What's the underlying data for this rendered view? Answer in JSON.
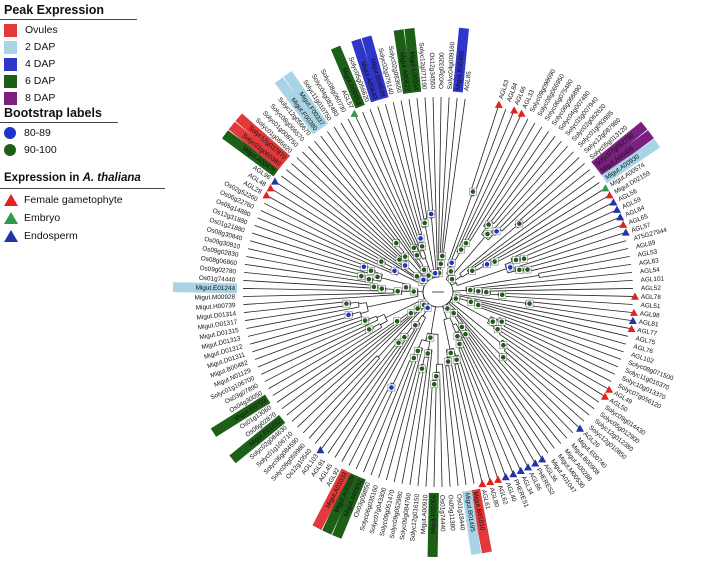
{
  "legend": {
    "peak": {
      "title": "Peak Expression",
      "items": [
        {
          "label": "Ovules",
          "color": "#e23a3a"
        },
        {
          "label": "2 DAP",
          "color": "#a9d4e6"
        },
        {
          "label": "4 DAP",
          "color": "#2f36c9"
        },
        {
          "label": "6 DAP",
          "color": "#1e5f18"
        },
        {
          "label": "8 DAP",
          "color": "#7a217f"
        }
      ]
    },
    "bootstrap": {
      "title": "Bootstrap labels",
      "items": [
        {
          "label": "80-89",
          "color": "#1c34c8"
        },
        {
          "label": "90-100",
          "color": "#1f5e17"
        }
      ]
    },
    "athaliana": {
      "title_prefix": "Expression in ",
      "title_species": "A. thaliana",
      "items": [
        {
          "label": "Female gametophyte",
          "color": "#e0231f"
        },
        {
          "label": "Embryo",
          "color": "#2f9a48"
        },
        {
          "label": "Endosperm",
          "color": "#2233a8"
        }
      ]
    }
  },
  "tree": {
    "root_label_hint": "circular phylogeny of MADS-box genes",
    "leaves": [
      {
        "label": "AGL63",
        "mark": "red"
      },
      {
        "label": "AGL84",
        "mark": ""
      },
      {
        "label": "AGL66",
        "mark": "red"
      },
      {
        "label": "AGL33",
        "mark": "red"
      },
      {
        "label": "Solyc09g098690",
        "mark": ""
      },
      {
        "label": "Solyc08g066950",
        "mark": ""
      },
      {
        "label": "Solyc06g075480",
        "mark": ""
      },
      {
        "label": "Solyc06g066890",
        "mark": ""
      },
      {
        "label": "Solyc04g007480",
        "mark": ""
      },
      {
        "label": "Solyc03g007940",
        "mark": ""
      },
      {
        "label": "Solyc02g062620",
        "mark": ""
      },
      {
        "label": "Solyc01g093985",
        "mark": ""
      },
      {
        "label": "Solyc12g087980",
        "mark": ""
      },
      {
        "label": "Solyc05g013120",
        "mark": ""
      },
      {
        "label": "Solyc07g052730",
        "mark": "",
        "hl": "8 DAP"
      },
      {
        "label": "Migut.A00406",
        "mark": "",
        "hl": "8 DAP"
      },
      {
        "label": "Migut.A00930",
        "mark": "",
        "hl": "2 DAP"
      },
      {
        "label": "Migut.A00574",
        "mark": "green"
      },
      {
        "label": "Migut.D02159",
        "mark": "red"
      },
      {
        "label": "AGL56",
        "mark": "blue"
      },
      {
        "label": "AGL59",
        "mark": "blue"
      },
      {
        "label": "AGL64",
        "mark": "blue"
      },
      {
        "label": "AGL65",
        "mark": "red"
      },
      {
        "label": "AGL57",
        "mark": "blue"
      },
      {
        "label": "AT5G27944",
        "mark": ""
      },
      {
        "label": "AGL89",
        "mark": ""
      },
      {
        "label": "AGL53",
        "mark": ""
      },
      {
        "label": "AGL83",
        "mark": ""
      },
      {
        "label": "AGL54",
        "mark": ""
      },
      {
        "label": "AGL101",
        "mark": ""
      },
      {
        "label": "AGL52",
        "mark": ""
      },
      {
        "label": "AGL78",
        "mark": "red"
      },
      {
        "label": "AGL51",
        "mark": ""
      },
      {
        "label": "AGL98",
        "mark": "red"
      },
      {
        "label": "AGL81",
        "mark": "blue"
      },
      {
        "label": "AGL77",
        "mark": "red"
      },
      {
        "label": "AGL75",
        "mark": ""
      },
      {
        "label": "AGL76",
        "mark": ""
      },
      {
        "label": "AGL102",
        "mark": ""
      },
      {
        "label": "Solyc08g071500",
        "mark": ""
      },
      {
        "label": "Solyc11g010370",
        "mark": ""
      },
      {
        "label": "Solyc10g013370",
        "mark": ""
      },
      {
        "label": "Solyc07g056120",
        "mark": ""
      },
      {
        "label": "AGL49",
        "mark": "red"
      },
      {
        "label": "AGL50",
        "mark": "red"
      },
      {
        "label": "Solyc09g014430",
        "mark": ""
      },
      {
        "label": "Solyc05g012900",
        "mark": ""
      },
      {
        "label": "Solyc12g012380",
        "mark": ""
      },
      {
        "label": "Solyc12g010850",
        "mark": ""
      },
      {
        "label": "AGL26",
        "mark": "blue"
      },
      {
        "label": "Migut.E00740",
        "mark": ""
      },
      {
        "label": "Migut.B00908",
        "mark": ""
      },
      {
        "label": "Migut.A00288",
        "mark": ""
      },
      {
        "label": "Migut.M00530",
        "mark": ""
      },
      {
        "label": "Migut.A01047",
        "mark": ""
      },
      {
        "label": "AGL36",
        "mark": "blue"
      },
      {
        "label": "PHERES2",
        "mark": "blue"
      },
      {
        "label": "AGL86",
        "mark": "blue"
      },
      {
        "label": "AGL34",
        "mark": "blue"
      },
      {
        "label": "PHERES1",
        "mark": "blue"
      },
      {
        "label": "AGL40",
        "mark": "blue"
      },
      {
        "label": "AGL62",
        "mark": "red"
      },
      {
        "label": "AGL80",
        "mark": "red"
      },
      {
        "label": "AGL61",
        "mark": "red"
      },
      {
        "label": "Migut.B01010",
        "mark": "",
        "hl": "Ovules"
      },
      {
        "label": "Migut.B01495",
        "mark": "",
        "hl": "2 DAP"
      },
      {
        "label": "Os01g18440",
        "mark": ""
      },
      {
        "label": "Os05g11380",
        "mark": ""
      },
      {
        "label": "Os01g74440",
        "mark": ""
      },
      {
        "label": "Migut.F02056",
        "mark": "",
        "hl": "6 DAP"
      },
      {
        "label": "Migut.A00910",
        "mark": ""
      },
      {
        "label": "Solyc12g016150",
        "mark": ""
      },
      {
        "label": "Solyc09g084760",
        "mark": ""
      },
      {
        "label": "Solyc09g052980",
        "mark": ""
      },
      {
        "label": "Solyc09g051470",
        "mark": ""
      },
      {
        "label": "Solyc07g043300",
        "mark": ""
      },
      {
        "label": "Solyc06g035160",
        "mark": ""
      },
      {
        "label": "Os03g09850",
        "mark": ""
      },
      {
        "label": "Migut.A00932",
        "mark": "",
        "hl": "6 DAP"
      },
      {
        "label": "Migut.A00929",
        "mark": "",
        "hl": "6 DAP"
      },
      {
        "label": "Migut.A01033",
        "mark": "",
        "hl": "Ovules"
      },
      {
        "label": "AGL92",
        "mark": ""
      },
      {
        "label": "AGL45",
        "mark": ""
      },
      {
        "label": "AGL91",
        "mark": ""
      },
      {
        "label": "AGL103",
        "mark": "blue"
      },
      {
        "label": "Os12g10540",
        "mark": ""
      },
      {
        "label": "Solyc06g059980",
        "mark": ""
      },
      {
        "label": "Solyc06g084590",
        "mark": ""
      },
      {
        "label": "Solyc01g106710",
        "mark": ""
      },
      {
        "label": "Solyc02g084630",
        "mark": ""
      },
      {
        "label": "Migut.E01032",
        "mark": "",
        "hl": "6 DAP"
      },
      {
        "label": "Os06g02870",
        "mark": ""
      },
      {
        "label": "Os01g13060",
        "mark": ""
      },
      {
        "label": "Migut.I00703",
        "mark": "",
        "hl": "6 DAP"
      },
      {
        "label": "Os04g30050",
        "mark": ""
      },
      {
        "label": "Os03g07890",
        "mark": ""
      },
      {
        "label": "Solyc01g106700",
        "mark": ""
      },
      {
        "label": "Migut.N01129",
        "mark": ""
      },
      {
        "label": "Migut.B00482",
        "mark": ""
      },
      {
        "label": "Migut.D01311",
        "mark": ""
      },
      {
        "label": "Migut.D01312",
        "mark": ""
      },
      {
        "label": "Migut.D01313",
        "mark": ""
      },
      {
        "label": "Migut.D01315",
        "mark": ""
      },
      {
        "label": "Migut.D01317",
        "mark": ""
      },
      {
        "label": "Migut.D01314",
        "mark": ""
      },
      {
        "label": "Migut.H00739",
        "mark": ""
      },
      {
        "label": "Migut.M00928",
        "mark": ""
      },
      {
        "label": "Migut.E01244",
        "mark": "",
        "hl": "2 DAP"
      },
      {
        "label": "Os01g74440",
        "mark": ""
      },
      {
        "label": "Os09g02780",
        "mark": ""
      },
      {
        "label": "Os08g06860",
        "mark": ""
      },
      {
        "label": "Os09g02830",
        "mark": ""
      },
      {
        "label": "Os09g30810",
        "mark": ""
      },
      {
        "label": "Os08g30840",
        "mark": ""
      },
      {
        "label": "Os01g21880",
        "mark": ""
      },
      {
        "label": "Os12g31880",
        "mark": ""
      },
      {
        "label": "Os05g14880",
        "mark": ""
      },
      {
        "label": "Os06g22760",
        "mark": ""
      },
      {
        "label": "Os02g52260",
        "mark": ""
      },
      {
        "label": "AGL28",
        "mark": "red"
      },
      {
        "label": "AGL48",
        "mark": "red"
      },
      {
        "label": "AGL96",
        "mark": "blue"
      },
      {
        "label": "Migut.A00476",
        "mark": "",
        "hl": "6 DAP"
      },
      {
        "label": "Solyc01g060380",
        "mark": "",
        "hl": "Ovules"
      },
      {
        "label": "Solyc12g037870",
        "mark": "",
        "hl": "Ovules"
      },
      {
        "label": "Solyc01g086620",
        "mark": ""
      },
      {
        "label": "Solyc01g008750",
        "mark": ""
      },
      {
        "label": "Solyc08g066570",
        "mark": ""
      },
      {
        "label": "Solyc12g056670",
        "mark": ""
      },
      {
        "label": "Migut.F00380",
        "mark": "",
        "hl": "2 DAP"
      },
      {
        "label": "Migut.F00337",
        "mark": "",
        "hl": "2 DAP"
      },
      {
        "label": "Solyc11g010750",
        "mark": ""
      },
      {
        "label": "Solyc04g082480",
        "mark": ""
      },
      {
        "label": "Solyc08g060730",
        "mark": ""
      },
      {
        "label": "AGL57",
        "mark": "green"
      },
      {
        "label": "Migut.D00918",
        "mark": "",
        "hl": "6 DAP"
      },
      {
        "label": "Solyc05g056620",
        "mark": ""
      },
      {
        "label": "Migut.A00640",
        "mark": "",
        "hl": "4 DAP"
      },
      {
        "label": "Migut.B00638",
        "mark": "",
        "hl": "4 DAP"
      },
      {
        "label": "Solyc02g076140",
        "mark": ""
      },
      {
        "label": "Solyc02g083650",
        "mark": ""
      },
      {
        "label": "Migut.A00622",
        "mark": "",
        "hl": "6 DAP"
      },
      {
        "label": "Migut.L00394",
        "mark": "",
        "hl": "6 DAP"
      },
      {
        "label": "Solyc12g071190",
        "mark": ""
      },
      {
        "label": "Os12g34550",
        "mark": ""
      },
      {
        "label": "Os03g03200",
        "mark": ""
      },
      {
        "label": "Solyc04g009160",
        "mark": ""
      },
      {
        "label": "Migut.B00455",
        "mark": "",
        "hl": "4 DAP"
      },
      {
        "label": "AGL85",
        "mark": ""
      }
    ]
  }
}
